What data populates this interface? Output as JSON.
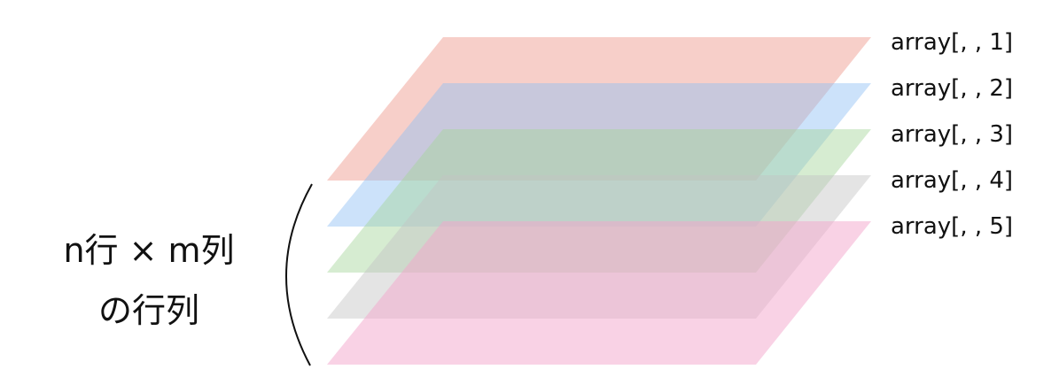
{
  "layers": [
    {
      "label": "array[, , 1]",
      "color": "#f0a89c",
      "opacity": 0.55
    },
    {
      "label": "array[, , 2]",
      "color": "#8fbef5",
      "opacity": 0.45
    },
    {
      "label": "array[, , 3]",
      "color": "#a5d59a",
      "opacity": 0.45
    },
    {
      "label": "array[, , 4]",
      "color": "#c4c4c4",
      "opacity": 0.45
    },
    {
      "label": "array[, , 5]",
      "color": "#f4a6cc",
      "opacity": 0.5
    }
  ],
  "caption": {
    "line1": "n行 × m列",
    "line2": "の行列"
  },
  "bracket_color": "#111111"
}
